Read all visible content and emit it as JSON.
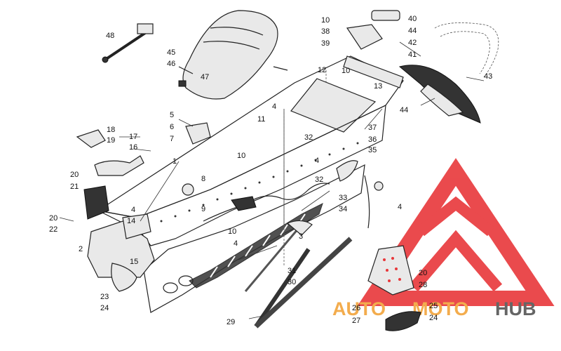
{
  "diagram": {
    "callouts": {
      "c1": "1",
      "c2": "2",
      "c3": "3",
      "c4a": "4",
      "c4b": "4",
      "c4c": "4",
      "c4d": "4",
      "c4e": "4",
      "c5": "5",
      "c6": "6",
      "c7": "7",
      "c8": "8",
      "c9": "9",
      "c10a": "10",
      "c10b": "10",
      "c10c": "10",
      "c10d": "10",
      "c11": "11",
      "c12": "12",
      "c13": "13",
      "c14": "14",
      "c15": "15",
      "c16": "16",
      "c17": "17",
      "c18": "18",
      "c19": "19",
      "c20a": "20",
      "c20b": "20",
      "c20c": "20",
      "c21": "21",
      "c22": "22",
      "c23": "23",
      "c24a": "24",
      "c24b": "24",
      "c25": "25",
      "c26": "26",
      "c27": "27",
      "c28": "28",
      "c29": "29",
      "c30": "30",
      "c31": "31",
      "c32a": "32",
      "c32b": "32",
      "c33": "33",
      "c34": "34",
      "c35": "35",
      "c36": "36",
      "c37": "37",
      "c38": "38",
      "c39": "39",
      "c40": "40",
      "c41": "41",
      "c42": "42",
      "c43": "43",
      "c44a": "44",
      "c44b": "44",
      "c45": "45",
      "c46": "46",
      "c47": "47",
      "c48": "48"
    }
  },
  "watermark": {
    "word_left": "AUTO",
    "word_mid": "MOTO",
    "word_right": "HUB",
    "color_triangle": "#e8373a",
    "color_text_left": "#f2a43a",
    "color_text_right": "#555555"
  }
}
